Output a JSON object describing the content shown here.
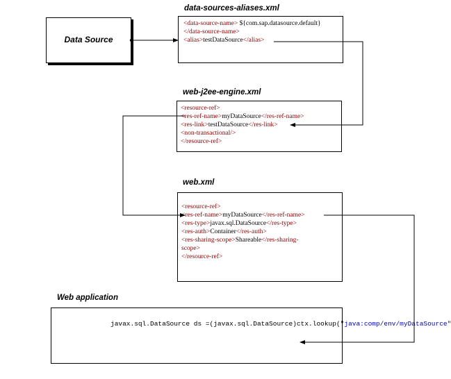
{
  "data_source": {
    "label": "Data Source"
  },
  "aliases": {
    "title": "data-sources-aliases.xml",
    "lines": [
      [
        {
          "t": "tag",
          "v": "<data-source-name>"
        },
        {
          "t": "plain",
          "v": " ${com.sap.datasource.default}"
        }
      ],
      [
        {
          "t": "tag",
          "v": "</data-source-name>"
        }
      ],
      [
        {
          "t": "tag",
          "v": "<alias>"
        },
        {
          "t": "plain",
          "v": "testDataSource"
        },
        {
          "t": "tag",
          "v": "</alias>"
        }
      ]
    ]
  },
  "engine": {
    "title": "web-j2ee-engine.xml",
    "lines": [
      [
        {
          "t": "tag",
          "v": "<resource-ref>"
        }
      ],
      [
        {
          "t": "plain",
          "v": "   "
        },
        {
          "t": "tag",
          "v": "<res-ref-name>"
        },
        {
          "t": "plain",
          "v": "myDataSource"
        },
        {
          "t": "tag",
          "v": "</res-ref-name>"
        }
      ],
      [
        {
          "t": "plain",
          "v": "   "
        },
        {
          "t": "tag",
          "v": "<res-link>"
        },
        {
          "t": "plain",
          "v": "testDataSource"
        },
        {
          "t": "tag",
          "v": "</res-link>"
        }
      ],
      [
        {
          "t": "plain",
          "v": "   "
        },
        {
          "t": "tag",
          "v": "<non-transactional/>"
        }
      ],
      [
        {
          "t": "plain",
          "v": "  "
        },
        {
          "t": "tag",
          "v": "</resource-ref>"
        }
      ]
    ]
  },
  "webxml": {
    "title": "web.xml",
    "lines": [
      [
        {
          "t": "tag",
          "v": "<resource-ref>"
        }
      ],
      [
        {
          "t": "plain",
          "v": "  "
        },
        {
          "t": "tag",
          "v": "<res-ref-name>"
        },
        {
          "t": "plain",
          "v": "myDataSource"
        },
        {
          "t": "tag",
          "v": "</res-ref-name>"
        }
      ],
      [
        {
          "t": "plain",
          "v": "  "
        },
        {
          "t": "tag",
          "v": "<res-type>"
        },
        {
          "t": "plain",
          "v": "javax.sql.DataSource"
        },
        {
          "t": "tag",
          "v": "</res-type>"
        }
      ],
      [
        {
          "t": "plain",
          "v": "  "
        },
        {
          "t": "tag",
          "v": "<res-auth>"
        },
        {
          "t": "plain",
          "v": "Container"
        },
        {
          "t": "tag",
          "v": "</res-auth>"
        }
      ],
      [
        {
          "t": "plain",
          "v": "  "
        },
        {
          "t": "tag",
          "v": "<res-sharing-scope>"
        },
        {
          "t": "plain",
          "v": "Shareable"
        },
        {
          "t": "tag",
          "v": "</res-sharing-"
        }
      ],
      [
        {
          "t": "tag",
          "v": "scope>"
        }
      ],
      [
        {
          "t": "tag",
          "v": "</resource-ref>"
        }
      ]
    ]
  },
  "webapp": {
    "title": "Web application",
    "lines": [
      [
        {
          "t": "plain",
          "v": "javax.sql.DataSource ds ="
        }
      ],
      [
        {
          "t": "plain",
          "v": "(javax.sql.DataSource)"
        }
      ],
      [
        {
          "t": "plain",
          "v": "ctx.lookup("
        },
        {
          "t": "str",
          "v": "\"java:comp/env/myDataSource\""
        },
        {
          "t": "plain",
          "v": ");"
        }
      ]
    ]
  },
  "colors": {
    "tag": "#8b0000",
    "string": "#0000cc",
    "line": "#000000"
  }
}
